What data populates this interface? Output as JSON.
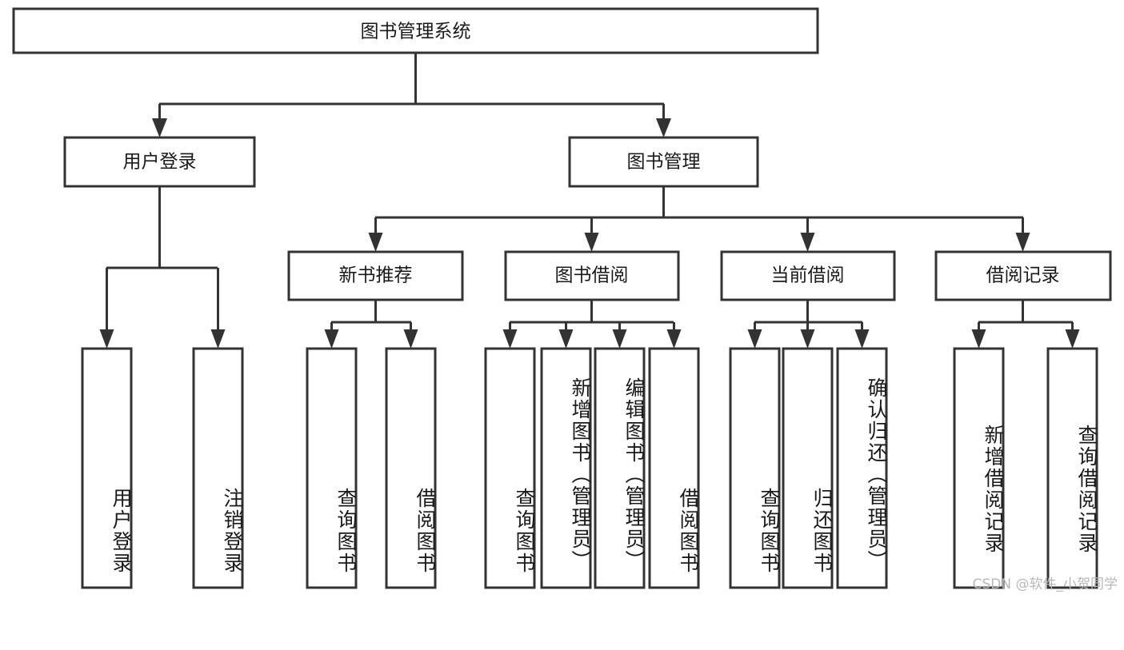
{
  "diagram": {
    "type": "tree-hierarchy",
    "title": "图书管理系统",
    "background_color": "#ffffff",
    "box_stroke_color": "#333333",
    "box_fill_color": "#ffffff",
    "text_color": "#1a1a1a",
    "root": {
      "label": "图书管理系统",
      "orientation": "horizontal"
    },
    "level2": [
      {
        "label": "用户登录",
        "orientation": "horizontal"
      },
      {
        "label": "图书管理",
        "orientation": "horizontal"
      }
    ],
    "level3": [
      {
        "label": "新书推荐",
        "orientation": "horizontal"
      },
      {
        "label": "图书借阅",
        "orientation": "horizontal"
      },
      {
        "label": "当前借阅",
        "orientation": "horizontal"
      },
      {
        "label": "借阅记录",
        "orientation": "horizontal"
      }
    ],
    "leaves": {
      "user_login": [
        {
          "label": "用户登录",
          "orientation": "vertical"
        },
        {
          "label": "注销登录",
          "orientation": "vertical"
        }
      ],
      "new_book_recommend": [
        {
          "label": "查询图书",
          "orientation": "vertical"
        },
        {
          "label": "借阅图书",
          "orientation": "vertical"
        }
      ],
      "book_borrow": [
        {
          "label": "查询图书",
          "orientation": "vertical"
        },
        {
          "label": "新增图书（管理员）",
          "orientation": "vertical"
        },
        {
          "label": "编辑图书（管理员）",
          "orientation": "vertical"
        },
        {
          "label": "借阅图书",
          "orientation": "vertical"
        }
      ],
      "current_borrow": [
        {
          "label": "查询图书",
          "orientation": "vertical"
        },
        {
          "label": "归还图书",
          "orientation": "vertical"
        },
        {
          "label": "确认归还（管理员）",
          "orientation": "vertical"
        }
      ],
      "borrow_record": [
        {
          "label": "新增借阅记录",
          "orientation": "vertical"
        },
        {
          "label": "查询借阅记录",
          "orientation": "vertical"
        }
      ]
    }
  },
  "watermark": {
    "text": "CSDN @软件_小贺同学",
    "color": "#b8b8b8"
  }
}
